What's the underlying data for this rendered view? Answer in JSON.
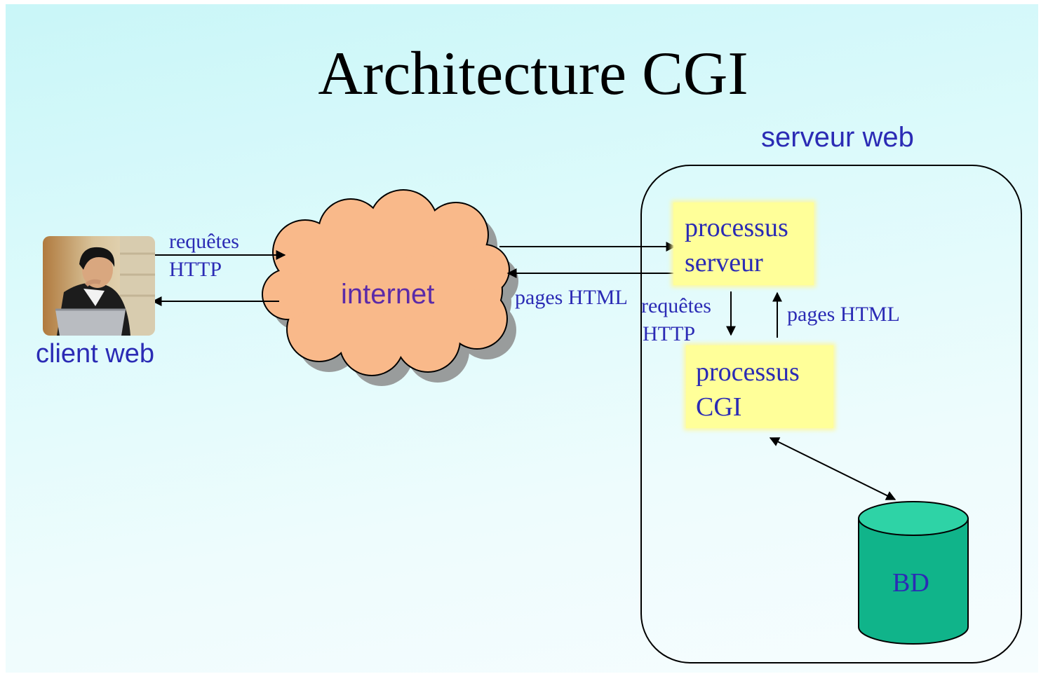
{
  "title": "Architecture CGI",
  "client": {
    "label": "client web"
  },
  "arrows": {
    "client_to_internet": {
      "line1": "requêtes",
      "line2": "HTTP"
    },
    "internet_to_client_pages": "pages HTML",
    "server_to_cgi": {
      "line1": "requêtes",
      "line2": "HTTP"
    },
    "cgi_to_server": "pages HTML"
  },
  "internet": {
    "label": "internet"
  },
  "server": {
    "label": "serveur web",
    "process_server": {
      "line1": "processus",
      "line2": "serveur"
    },
    "process_cgi": {
      "line1": "processus",
      "line2": "CGI"
    },
    "database": {
      "label": "BD"
    }
  },
  "colors": {
    "label_blue": "#2b2bb5",
    "internet_purple": "#5b2aa8",
    "cloud_fill": "#f9b98a",
    "process_fill": "#ffff99",
    "db_fill": "#10b48a",
    "db_top": "#2ed3a6"
  },
  "icons": [
    "person-laptop-photo",
    "cloud-icon",
    "database-icon"
  ]
}
